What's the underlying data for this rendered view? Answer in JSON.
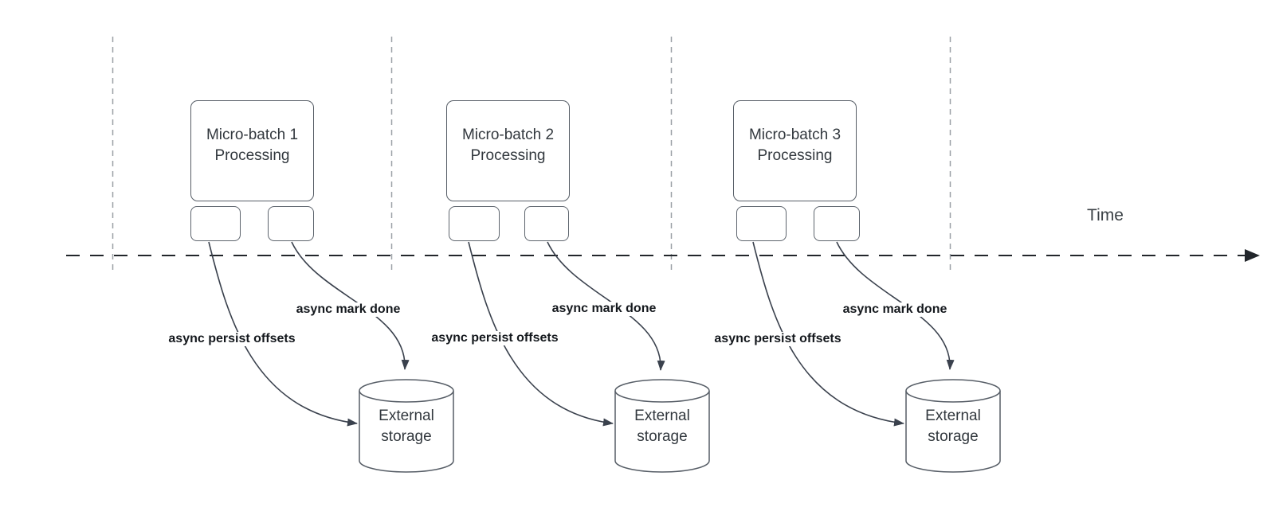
{
  "timeline": {
    "label": "Time"
  },
  "batches": [
    {
      "process_box": {
        "line1": "Micro-batch 1",
        "line2": "Processing"
      },
      "persist_arrow_label": "async persist offsets",
      "done_arrow_label": "async mark done",
      "storage": {
        "line1": "External",
        "line2": "storage"
      }
    },
    {
      "process_box": {
        "line1": "Micro-batch 2",
        "line2": "Processing"
      },
      "persist_arrow_label": "async persist offsets",
      "done_arrow_label": "async mark done",
      "storage": {
        "line1": "External",
        "line2": "storage"
      }
    },
    {
      "process_box": {
        "line1": "Micro-batch 3",
        "line2": "Processing"
      },
      "persist_arrow_label": "async persist offsets",
      "done_arrow_label": "async mark done",
      "storage": {
        "line1": "External",
        "line2": "storage"
      }
    }
  ],
  "colors": {
    "shape_stroke": "#565d66",
    "shape_fill": "#ffffff",
    "body_text": "#32383e",
    "bold_label_text": "#14181d",
    "timeline_stroke": "#22262b",
    "lane_divider_stroke": "#9aa0a6",
    "arrow_stroke": "#3a414d"
  }
}
